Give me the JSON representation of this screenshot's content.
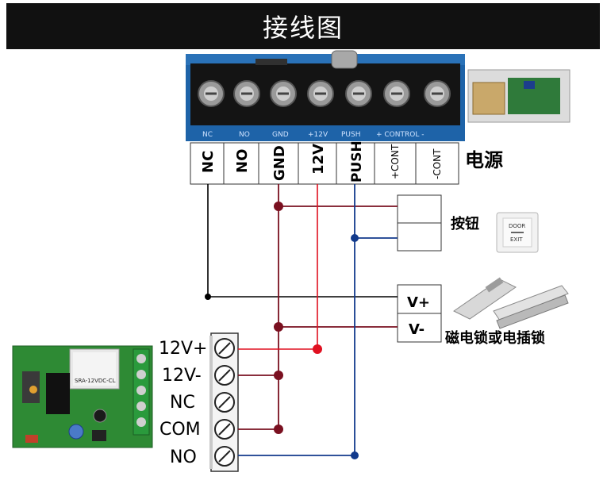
{
  "title": "接线图",
  "power_supply": {
    "label": "电源",
    "board_silkscreen": [
      "NC",
      "NO",
      "GND",
      "+12V",
      "PUSH",
      "+ CONTROL -"
    ],
    "terminals": [
      "NC",
      "NO",
      "GND",
      "12V",
      "PUSH",
      "+CONT",
      "-CONT"
    ]
  },
  "exit_button": {
    "label": "按钮",
    "icon_text": [
      "DOOR",
      "EXIT"
    ]
  },
  "lock": {
    "label": "磁电锁或电插锁",
    "terminals": [
      "V+",
      "V-"
    ]
  },
  "receiver": {
    "terminals": [
      "12V+",
      "12V-",
      "NC",
      "COM",
      "NO"
    ],
    "relay_text": [
      "SRA-12VDC-CL"
    ]
  },
  "colors": {
    "wire_black": "#000000",
    "wire_maroon": "#7a1020",
    "wire_red": "#e01020",
    "wire_blue": "#123a8c",
    "pcb_blue": "#1e63a8",
    "pcb_green": "#2e8a34"
  }
}
